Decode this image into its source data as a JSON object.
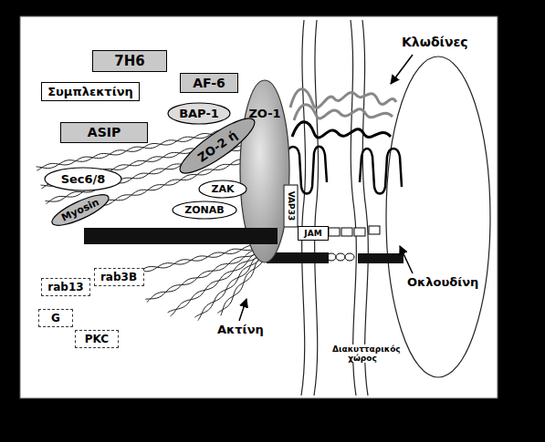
{
  "diagram": {
    "nodes": [
      {
        "text": [
          "7H6"
        ]
      },
      {
        "text": [
          "AF-6"
        ]
      },
      {
        "text": [
          "Συμπλεκτίνη"
        ]
      },
      {
        "text": [
          "BAP-1"
        ]
      },
      {
        "text": [
          "ZO-1"
        ]
      },
      {
        "text": [
          "ASIP"
        ]
      },
      {
        "text": [
          "ZO-2 ή"
        ]
      },
      {
        "text": [
          "Sec6/8"
        ]
      },
      {
        "text": [
          "Myosin"
        ]
      },
      {
        "text": [
          "ZAK"
        ]
      },
      {
        "text": [
          "ZONAB"
        ]
      },
      {
        "text": [
          "VAP33"
        ]
      },
      {
        "text": [
          "JAM"
        ]
      },
      {
        "text": [
          "rab13"
        ]
      },
      {
        "text": [
          "rab3B"
        ]
      },
      {
        "text": [
          "G"
        ]
      },
      {
        "text": [
          "PKC"
        ]
      }
    ],
    "labels": [
      "Κλωδίνες",
      "Ακτίνη",
      "Οκλουδίνη",
      "Διακυτταρικός χώρος"
    ]
  }
}
